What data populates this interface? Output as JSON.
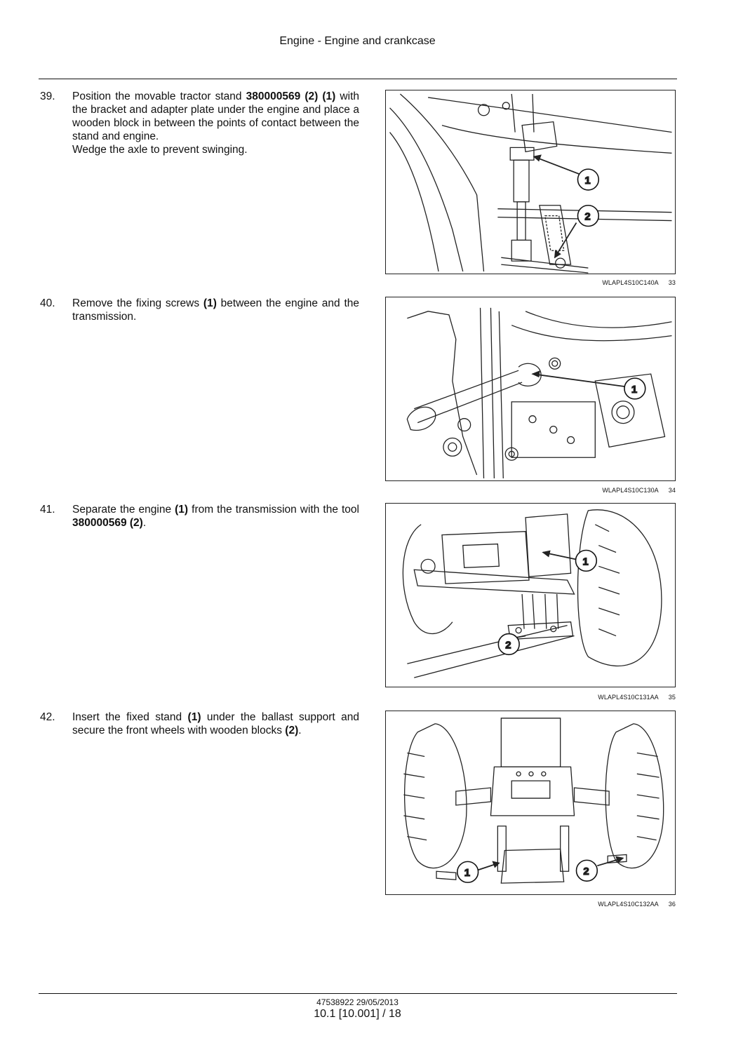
{
  "header": {
    "title": "Engine - Engine and crankcase"
  },
  "steps": [
    {
      "number": "39.",
      "parts": [
        "Position the movable tractor stand ",
        "380000569 (2) (1)",
        " with the bracket and adapter plate under the engine and place a wooden block in between the points of contact between the stand and engine."
      ],
      "extra": "Wedge the axle to prevent swinging.",
      "figure": {
        "code": "WLAPL4S10C140A",
        "number": "33",
        "callouts": [
          "1",
          "2"
        ]
      }
    },
    {
      "number": "40.",
      "parts": [
        "Remove the fixing screws ",
        "(1)",
        " between the engine and the transmission."
      ],
      "figure": {
        "code": "WLAPL4S10C130A",
        "number": "34",
        "callouts": [
          "1"
        ]
      }
    },
    {
      "number": "41.",
      "parts": [
        "Separate the engine ",
        "(1)",
        " from the transmission with the tool ",
        "380000569 (2)",
        "."
      ],
      "figure": {
        "code": "WLAPL4S10C131AA",
        "number": "35",
        "callouts": [
          "1",
          "2"
        ]
      }
    },
    {
      "number": "42.",
      "parts": [
        "Insert the fixed stand ",
        "(1)",
        " under the ballast support and secure the front wheels with wooden blocks ",
        "(2)",
        "."
      ],
      "figure": {
        "code": "WLAPL4S10C132AA",
        "number": "36",
        "callouts": [
          "1",
          "2"
        ]
      }
    }
  ],
  "footer": {
    "doc_ref": "47538922 29/05/2013",
    "page": "10.1 [10.001] / 18"
  }
}
